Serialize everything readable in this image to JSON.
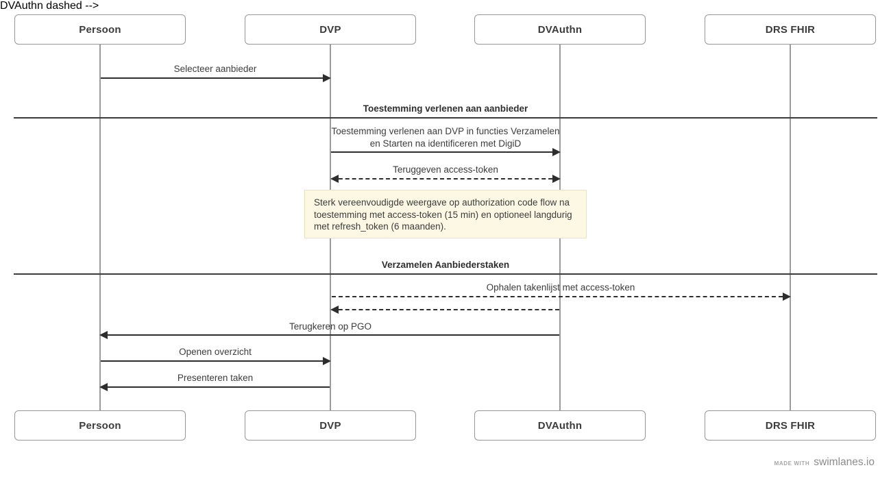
{
  "colors": {
    "arrow": "#2d2d2d",
    "lifeline": "#9b9b9b",
    "box_border": "#979797",
    "text": "#3c3c3c",
    "divider": "#3a3a3a",
    "note_bg": "#fcf8e3",
    "note_border": "#e9e2c3",
    "footer_text": "#8b8b8b"
  },
  "actors": [
    {
      "label": "Persoon"
    },
    {
      "label": "DVP"
    },
    {
      "label": "DVAuthn"
    },
    {
      "label": "DRS FHIR"
    }
  ],
  "sections": [
    {
      "title": "Toestemming verlenen aan aanbieder"
    },
    {
      "title": "Verzamelen Aanbiederstaken"
    }
  ],
  "messages": [
    {
      "label": "Selecteer aanbieder",
      "from": "Persoon",
      "to": "DVP",
      "style": "solid"
    },
    {
      "label_line1": "Toestemming verlenen aan DVP in functies Verzamelen",
      "label_line2": "en Starten na identificeren met DigiD",
      "from": "DVP",
      "to": "DVAuthn",
      "style": "solid"
    },
    {
      "label": "Teruggeven access-token",
      "from": "DVP",
      "to": "DVAuthn",
      "style": "dashed-bidirectional"
    },
    {
      "label": "Ophalen takenlijst met access-token",
      "from": "DVP",
      "to": "DRS FHIR",
      "style": "dashed"
    },
    {
      "label": "",
      "from": "DVAuthn",
      "to": "DVP",
      "style": "dashed"
    },
    {
      "label": "Terugkeren op PGO",
      "from": "DVAuthn",
      "to": "Persoon",
      "style": "solid"
    },
    {
      "label": "Openen overzicht",
      "from": "Persoon",
      "to": "DVP",
      "style": "solid"
    },
    {
      "label": "Presenteren taken",
      "from": "DVP",
      "to": "Persoon",
      "style": "solid"
    }
  ],
  "note": {
    "text": "Sterk vereenvoudigde weergave op authorization code flow na toestemming met access-token (15 min) en optioneel langdurig met refresh_token (6 maanden)."
  },
  "footer": {
    "made_with": "made with",
    "brand": "swimlanes.io"
  }
}
